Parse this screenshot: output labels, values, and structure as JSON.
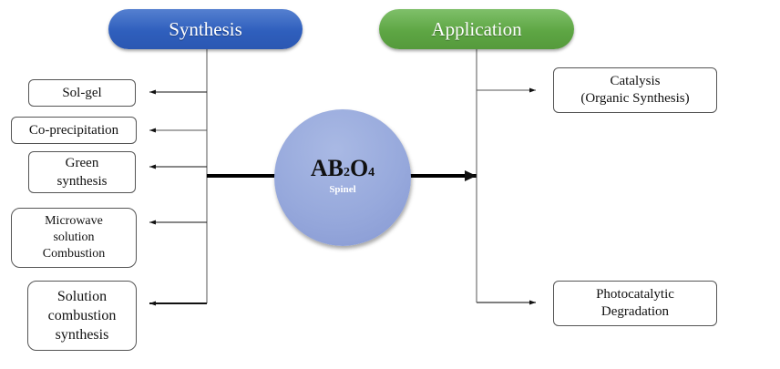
{
  "headers": {
    "synthesis": "Synthesis",
    "application": "Application"
  },
  "center": {
    "formula_parts": [
      "AB",
      "2",
      "O",
      "4"
    ],
    "subtitle": "Spinel"
  },
  "synthesis_methods": [
    {
      "lines": [
        "Sol-gel"
      ]
    },
    {
      "lines": [
        "Co-precipitation"
      ]
    },
    {
      "lines": [
        "Green",
        "synthesis"
      ]
    },
    {
      "lines": [
        "Microwave",
        "solution",
        "Combustion"
      ]
    },
    {
      "lines": [
        "Solution",
        "combustion",
        "synthesis"
      ]
    }
  ],
  "applications": [
    {
      "lines": [
        "Catalysis",
        "(Organic Synthesis)"
      ]
    },
    {
      "lines": [
        "Photocatalytic",
        "Degradation"
      ]
    }
  ],
  "colors": {
    "synthesis_pill": "#2f5fbd",
    "application_pill": "#5ea644",
    "center_circle": "#97a9dc"
  }
}
